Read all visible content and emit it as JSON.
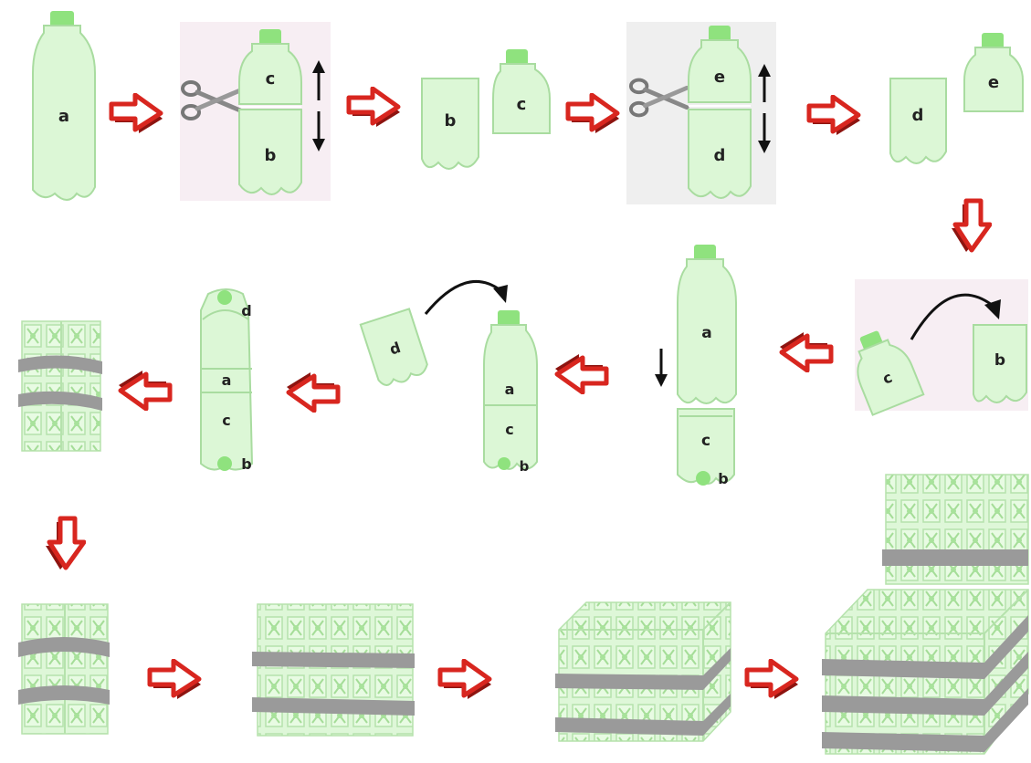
{
  "labels": {
    "a": "a",
    "b": "b",
    "c": "c",
    "d": "d",
    "e": "e"
  },
  "colors": {
    "bottle_fill": "#dcf7d6",
    "bottle_stroke": "#a9dca0",
    "cap": "#8fe27e",
    "arrow_red": "#d8261f",
    "arrow_dark": "#8d1410",
    "panel_pink": "#f7eef3",
    "panel_grey": "#efefef",
    "band": "#9a9a9a",
    "label": "#222222"
  },
  "icons": [
    "scissors-icon",
    "red-arrow-icon",
    "double-arrow-icon",
    "curved-arrow-icon",
    "down-arrow-icon"
  ]
}
